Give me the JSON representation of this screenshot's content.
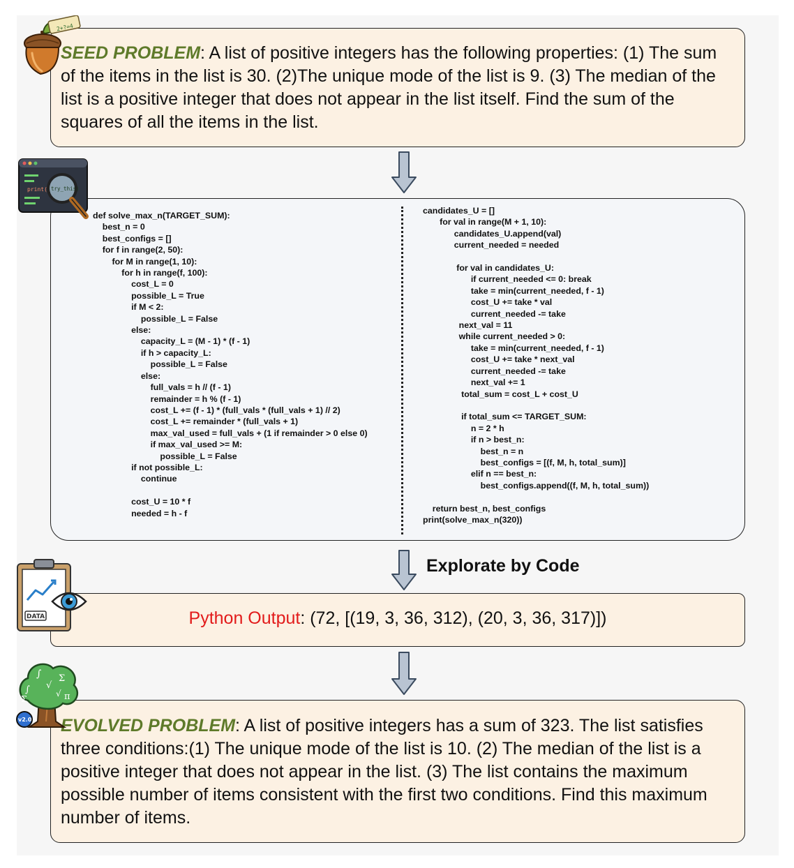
{
  "seed": {
    "tag": "SEED PROBLEM",
    "text": ": A list of positive integers has the following properties: (1) The sum of the items in the list is 30. (2)The unique mode of the list is 9. (3) The median of the list is a positive integer that does not appear in the list itself. Find the sum of the squares of all the items in the list."
  },
  "code": {
    "left": "def solve_max_n(TARGET_SUM):\n    best_n = 0\n    best_configs = []\n    for f in range(2, 50):\n        for M in range(1, 10):\n            for h in range(f, 100):\n                cost_L = 0\n                possible_L = True\n                if M < 2:\n                    possible_L = False\n                else:\n                    capacity_L = (M - 1) * (f - 1)\n                    if h > capacity_L:\n                        possible_L = False\n                    else:\n                        full_vals = h // (f - 1)\n                        remainder = h % (f - 1)\n                        cost_L += (f - 1) * (full_vals * (full_vals + 1) // 2)\n                        cost_L += remainder * (full_vals + 1)\n                        max_val_used = full_vals + (1 if remainder > 0 else 0)\n                        if max_val_used >= M:\n                            possible_L = False\n                if not possible_L:\n                    continue\n\n                cost_U = 10 * f\n                needed = h - f",
    "right": "candidates_U = []\n       for val in range(M + 1, 10):\n             candidates_U.append(val)\n             current_needed = needed\n\n              for val in candidates_U:\n                    if current_needed <= 0: break\n                    take = min(current_needed, f - 1)\n                    cost_U += take * val\n                    current_needed -= take\n               next_val = 11\n               while current_needed > 0:\n                    take = min(current_needed, f - 1)\n                    cost_U += take * next_val\n                    current_needed -= take\n                    next_val += 1\n                total_sum = cost_L + cost_U\n\n                if total_sum <= TARGET_SUM:\n                    n = 2 * h\n                    if n > best_n:\n                        best_n = n\n                        best_configs = [(f, M, h, total_sum)]\n                    elif n == best_n:\n                        best_configs.append((f, M, h, total_sum))\n\n    return best_n, best_configs\nprint(solve_max_n(320))"
  },
  "explore_label": "Explorate by Code",
  "output": {
    "label": "Python Output",
    "value": ": (72, [(19, 3, 36, 312), (20, 3, 36, 317)])"
  },
  "evolved": {
    "tag": "EVOLVED PROBLEM",
    "text": ": A list of positive integers has a sum of 323. The list satisfies three conditions:(1) The unique mode of the list is 10. (2) The median of the list is a positive integer that does not appear in the list. (3) The list contains the maximum possible number of items consistent with the first two conditions. Find this maximum number of items."
  },
  "icons": {
    "acorn_note": "2+?=4",
    "terminal_print": "print(",
    "terminal_try": "try_this)",
    "clipboard_label": "DATA",
    "tree_badge": "v2.0",
    "tree_symbols": [
      "∫",
      "Σ",
      "√",
      "π",
      "∫",
      "Σ",
      "√"
    ]
  },
  "colors": {
    "peach_box": "#fcf1e3",
    "code_box": "#f4f6f9",
    "problem_tag": "#5e7a2a",
    "output_label": "#e21b1b",
    "arrow_fill": "#b9c4d2",
    "arrow_stroke": "#3a4a5e"
  }
}
